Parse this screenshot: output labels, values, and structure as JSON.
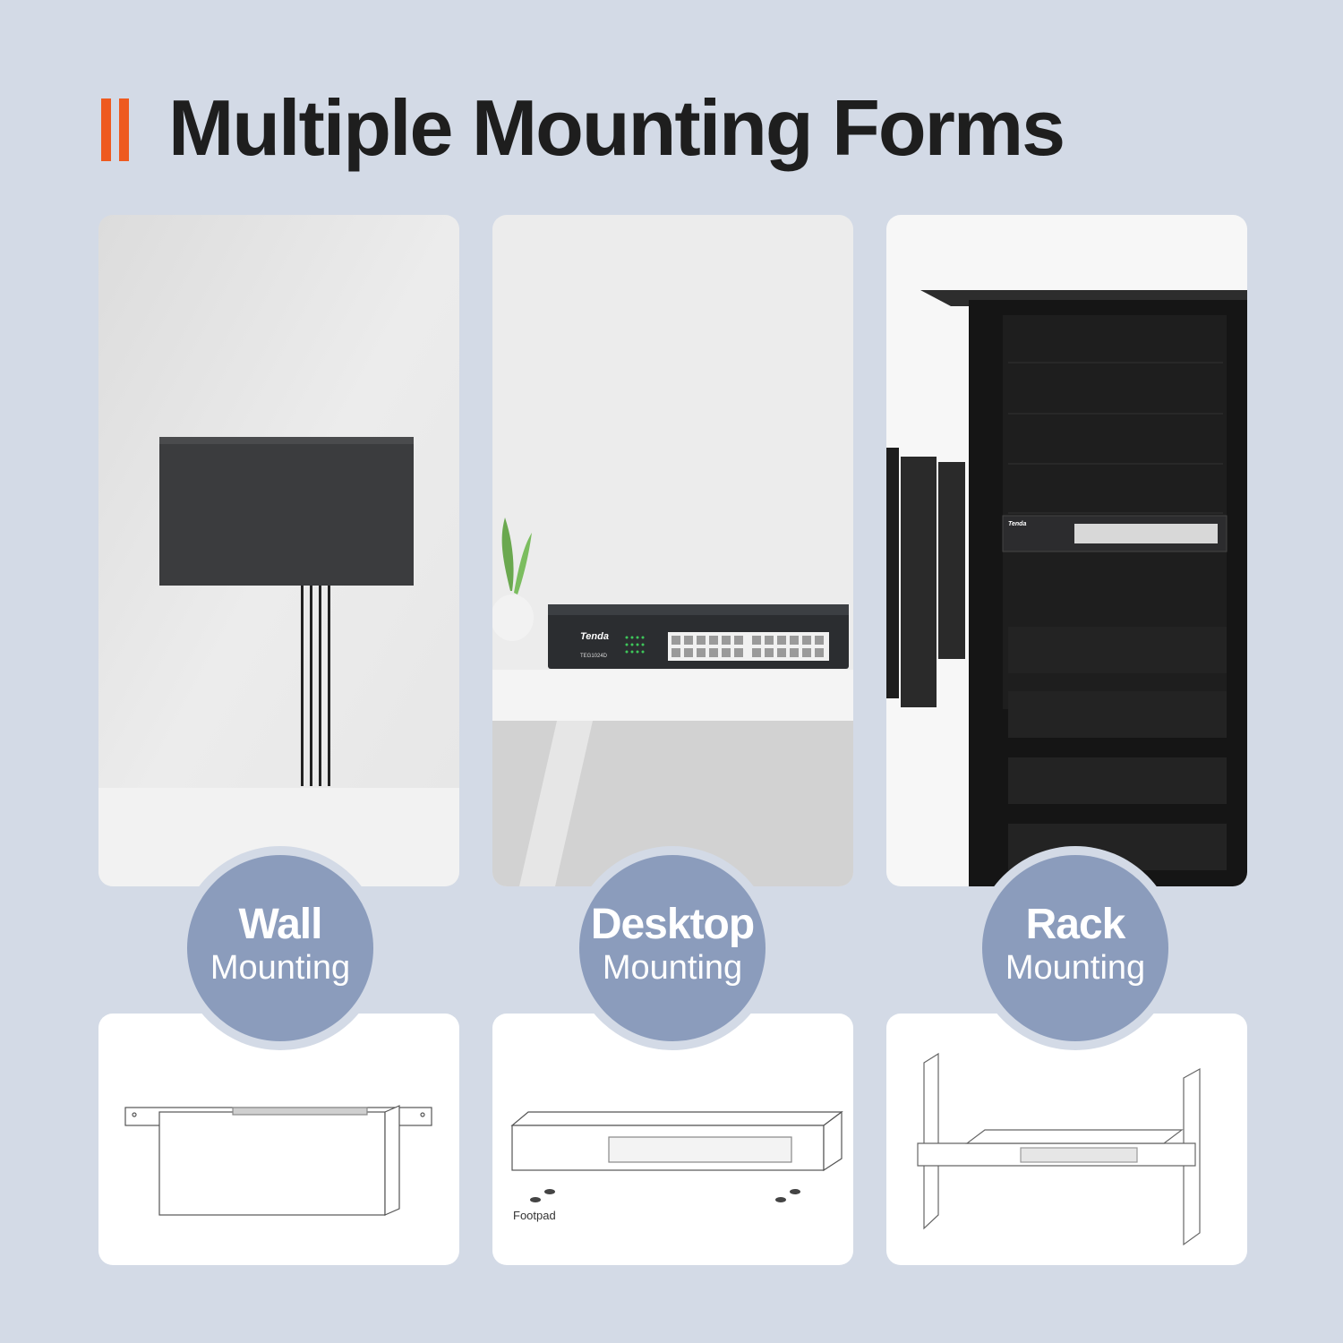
{
  "header": {
    "title": "Multiple Mounting Forms",
    "accent_color": "#ee5a1f"
  },
  "cards": [
    {
      "title": "Wall",
      "subtitle": "Mounting",
      "photo_icon": "wall-mounted-switch"
    },
    {
      "title": "Desktop",
      "subtitle": "Mounting",
      "photo_icon": "desktop-switch",
      "photo_brand": "Tenda",
      "photo_model": "TEG1024D",
      "diagram_label": "Footpad"
    },
    {
      "title": "Rack",
      "subtitle": "Mounting",
      "photo_icon": "rack-cabinet",
      "photo_brand": "Tenda"
    }
  ],
  "colors": {
    "background": "#d3dae6",
    "badge": "#8b9cbc"
  }
}
